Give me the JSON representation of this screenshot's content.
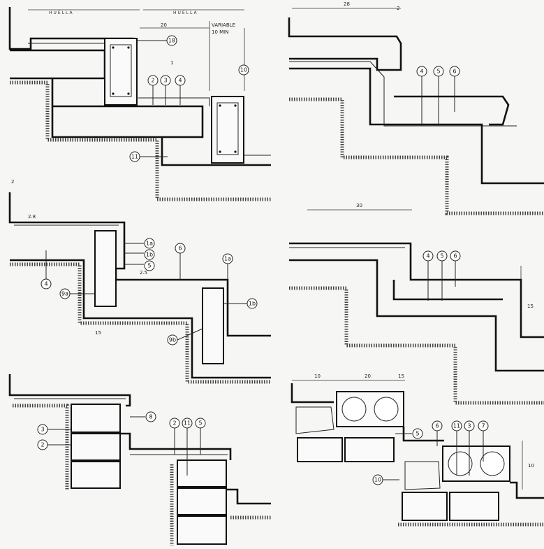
{
  "panel_a": {
    "huella_left": "HUELLA",
    "huella_right": "HUELLA",
    "dim_20": "20",
    "dim_variable": "VARIABLE",
    "dim_10min": "10 MIN",
    "label_1": "1",
    "callouts": [
      "18",
      "2",
      "3",
      "4",
      "10",
      "11"
    ]
  },
  "panel_b": {
    "dim_28": "28",
    "dim_2": "2",
    "callouts": [
      "4",
      "5",
      "6"
    ]
  },
  "panel_c": {
    "dim_2": "2",
    "dim_28": "2.8",
    "dim_15": "15",
    "dim_25": "2.5",
    "callouts": [
      "1a",
      "1b",
      "5",
      "6",
      "4",
      "9a",
      "1a",
      "1b",
      "9b"
    ]
  },
  "panel_d": {
    "dim_30": "30",
    "dim_15": "15",
    "callouts": [
      "4",
      "5",
      "6"
    ]
  },
  "panel_e": {
    "callouts": [
      "8",
      "3",
      "2",
      "2",
      "11",
      "5"
    ]
  },
  "panel_f": {
    "dim_10": "10",
    "dim_20": "20",
    "dim_15": "15",
    "dim_10v": "10",
    "callouts": [
      "6",
      "5",
      "11",
      "3",
      "7",
      "10"
    ]
  }
}
